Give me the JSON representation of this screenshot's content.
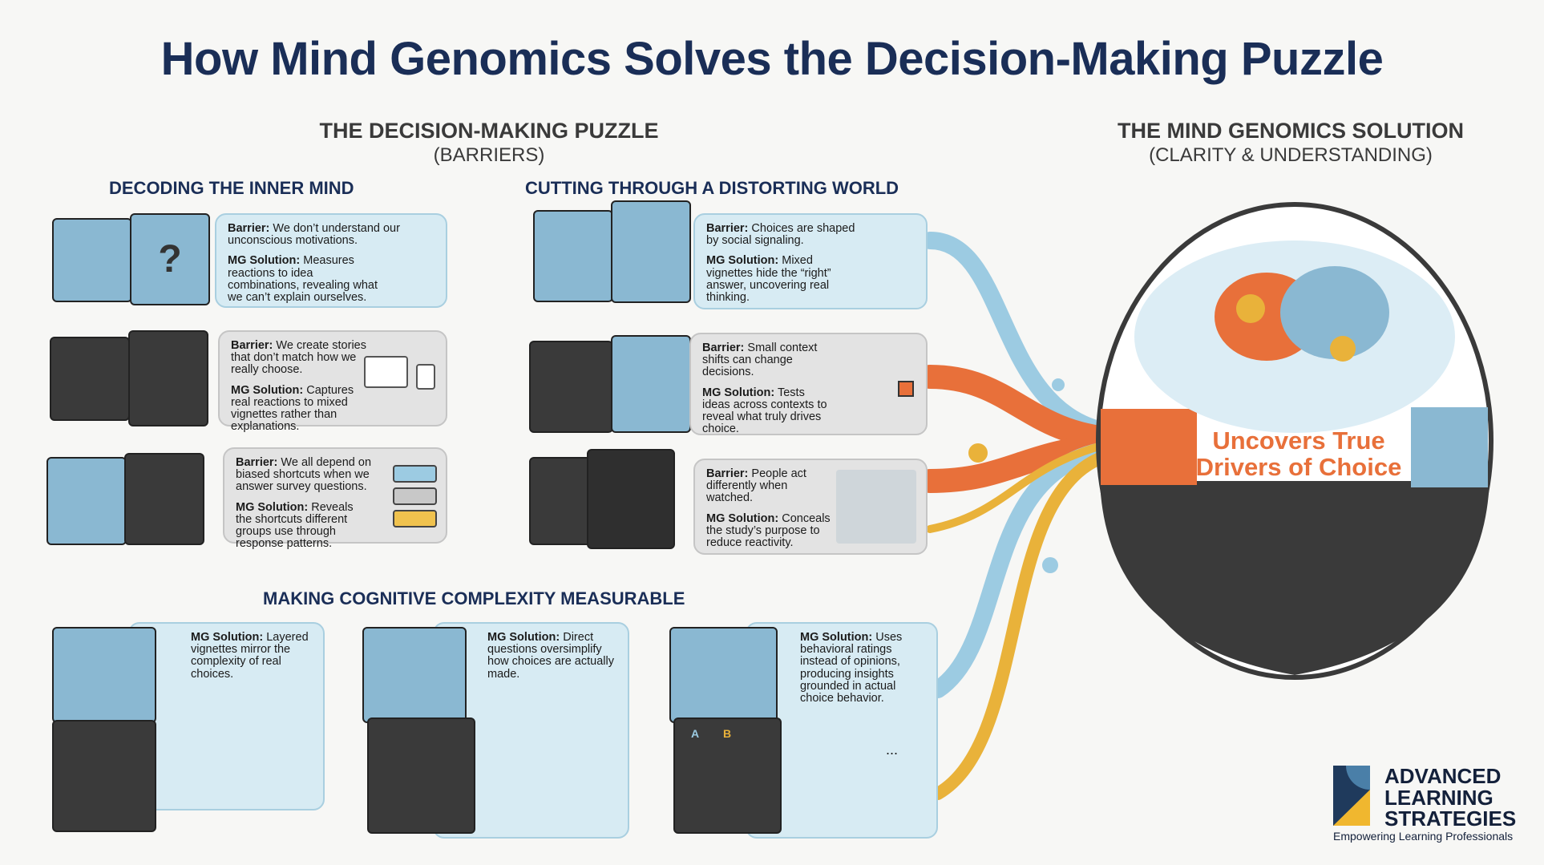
{
  "title": "How Mind Genomics Solves the Decision-Making Puzzle",
  "left_column": {
    "heading": "THE DECISION-MAKING PUZZLE",
    "subheading": "(BARRIERS)"
  },
  "right_column": {
    "heading": "THE MIND GENOMICS SOLUTION",
    "subheading": "(CLARITY & UNDERSTANDING)",
    "center_text": "Uncovers True Drivers of Choice"
  },
  "sections": [
    {
      "heading": "DECODING THE INNER MIND",
      "cards": [
        {
          "barrier_label": "Barrier:",
          "barrier": "We don’t understand our unconscious motivations.",
          "solution_label": "MG Solution:",
          "solution": "Measures reactions to idea combinations, revealing what we can’t explain ourselves."
        },
        {
          "barrier_label": "Barrier:",
          "barrier": "We create stories that don’t match how we really choose.",
          "solution_label": "MG Solution:",
          "solution": "Captures real reactions to mixed vignettes rather than explanations."
        },
        {
          "barrier_label": "Barrier:",
          "barrier": "We all depend on biased shortcuts when we answer survey questions.",
          "solution_label": "MG Solution:",
          "solution": "Reveals the shortcuts different groups use through response patterns."
        }
      ]
    },
    {
      "heading": "CUTTING THROUGH A DISTORTING WORLD",
      "cards": [
        {
          "barrier_label": "Barrier:",
          "barrier": "Choices are shaped by social signaling.",
          "solution_label": "MG Solution:",
          "solution": "Mixed vignettes hide the “right” answer, uncovering real thinking."
        },
        {
          "barrier_label": "Barrier:",
          "barrier": "Small context shifts can change decisions.",
          "solution_label": "MG Solution:",
          "solution": "Tests ideas across contexts to reveal what truly drives choice."
        },
        {
          "barrier_label": "Barrier:",
          "barrier": "People act differently when watched.",
          "solution_label": "MG Solution:",
          "solution": "Conceals the study’s purpose to reduce reactivity."
        }
      ]
    },
    {
      "heading": "MAKING COGNITIVE COMPLEXITY MEASURABLE",
      "cards": [
        {
          "solution_label": "MG Solution:",
          "solution": "Layered vignettes mirror the complexity of real choices."
        },
        {
          "solution_label": "MG Solution:",
          "solution": "Direct questions oversimplify how choices are actually made."
        },
        {
          "solution_label": "MG Solution:",
          "solution": "Uses behavioral ratings instead of opinions, producing insights grounded in actual choice behavior."
        }
      ]
    }
  ],
  "icons": {
    "q": "?",
    "ab_a": "A",
    "ab_b": "B",
    "dots": "..."
  },
  "logo": {
    "name": "ADVANCED LEARNING STRATEGIES",
    "tagline": "Empowering Learning Professionals"
  },
  "colors": {
    "navy": "#1a2e57",
    "orange": "#e8703a",
    "blue": "#8ab8d2",
    "yellow": "#e9b23a",
    "dark": "#3a3a3a"
  }
}
